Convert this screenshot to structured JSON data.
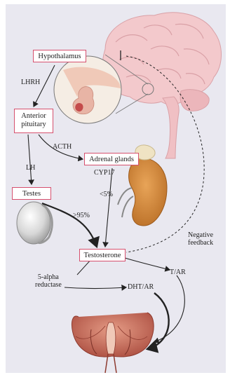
{
  "diagram": {
    "boxes": {
      "hypothalamus": "Hypothalamus",
      "anterior_pituitary_line1": "Anterior",
      "anterior_pituitary_line2": "pituitary",
      "adrenal_glands": "Adrenal glands",
      "testes": "Testes",
      "testosterone": "Testosterone"
    },
    "labels": {
      "lhrh": "LHRH",
      "acth": "ACTH",
      "lh": "LH",
      "cyp17": "CYP17",
      "lt5": "<5%",
      "gt95": ">95%",
      "negative_feedback_line1": "Negative",
      "negative_feedback_line2": "feedback",
      "five_alpha_line1": "5-alpha",
      "five_alpha_line2": "reductase",
      "t_ar": "T/AR",
      "dht_ar": "DHT/AR"
    },
    "colors": {
      "background": "#e9e8f0",
      "box_border": "#d6506e",
      "brain": "#f3c9cc",
      "brain_inner": "#ecb6bb",
      "kidney": "#d98c3d",
      "adrenal": "#efe3c3",
      "testis": "#c8c8c8",
      "prostate": "#c9604e"
    }
  }
}
